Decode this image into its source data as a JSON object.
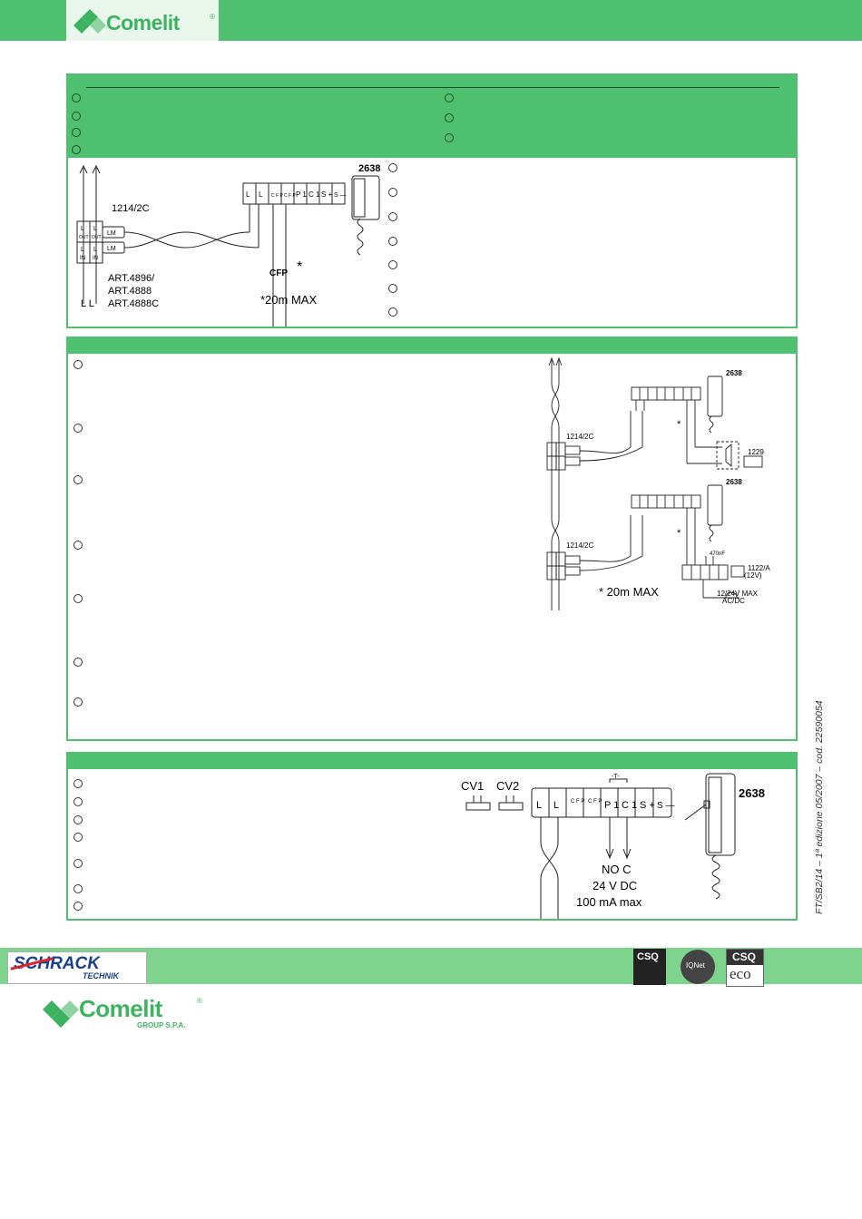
{
  "header": {
    "brand": "Comelit",
    "reg": "®"
  },
  "section1": {
    "diagram": {
      "model": "2638",
      "bus": "1214/2C",
      "terminals": [
        "L",
        "L",
        "C F P",
        "C F P",
        "P 1",
        "C 1",
        "S +",
        "S —"
      ],
      "art_lines": [
        "ART.4896/",
        "ART.4888",
        "ART.4888C"
      ],
      "ll": "L L",
      "cfp": "CFP",
      "star": "*",
      "max_note": "*20m MAX",
      "out_label": "OUT",
      "in_label": "IN",
      "l_label": "L",
      "lm_label": "LM"
    }
  },
  "section2": {
    "diagram": {
      "model_a": "2638",
      "model_b": "2638",
      "bus_a": "1214/2C",
      "bus_b": "1214/2C",
      "art1229": "1229",
      "art1122": "1122/A",
      "art1122_sub": "(12V)",
      "cap": "470nF",
      "power": "12/24V MAX",
      "power_sub": "AC/DC",
      "star": "*",
      "max_note": "* 20m MAX"
    }
  },
  "section3": {
    "diagram": {
      "cv1": "CV1",
      "cv2": "CV2",
      "model": "2638",
      "terminals": [
        "L",
        "L",
        "C F P",
        "C F P",
        "P 1",
        "C 1",
        "S +",
        "S —"
      ],
      "t_label": "-T-",
      "no_c": "NO C",
      "volt": "24 V DC",
      "amps": "100 mA max"
    }
  },
  "side_code": "FT/SB2/14 – 1ª edizione 05/2007 – cod. 22590054",
  "footer": {
    "schrack": "SCHRACK",
    "technik": "TECHNIK",
    "comelit": "Comelit",
    "group": "GROUP S.P.A.",
    "cert1": "CSQ",
    "cert2": "IQNet",
    "cert3": "CSQ",
    "cert3_sub": "eco"
  },
  "colors": {
    "green": "#4ec070",
    "light_green": "#7fd48d",
    "logo_green": "#3db35f"
  }
}
